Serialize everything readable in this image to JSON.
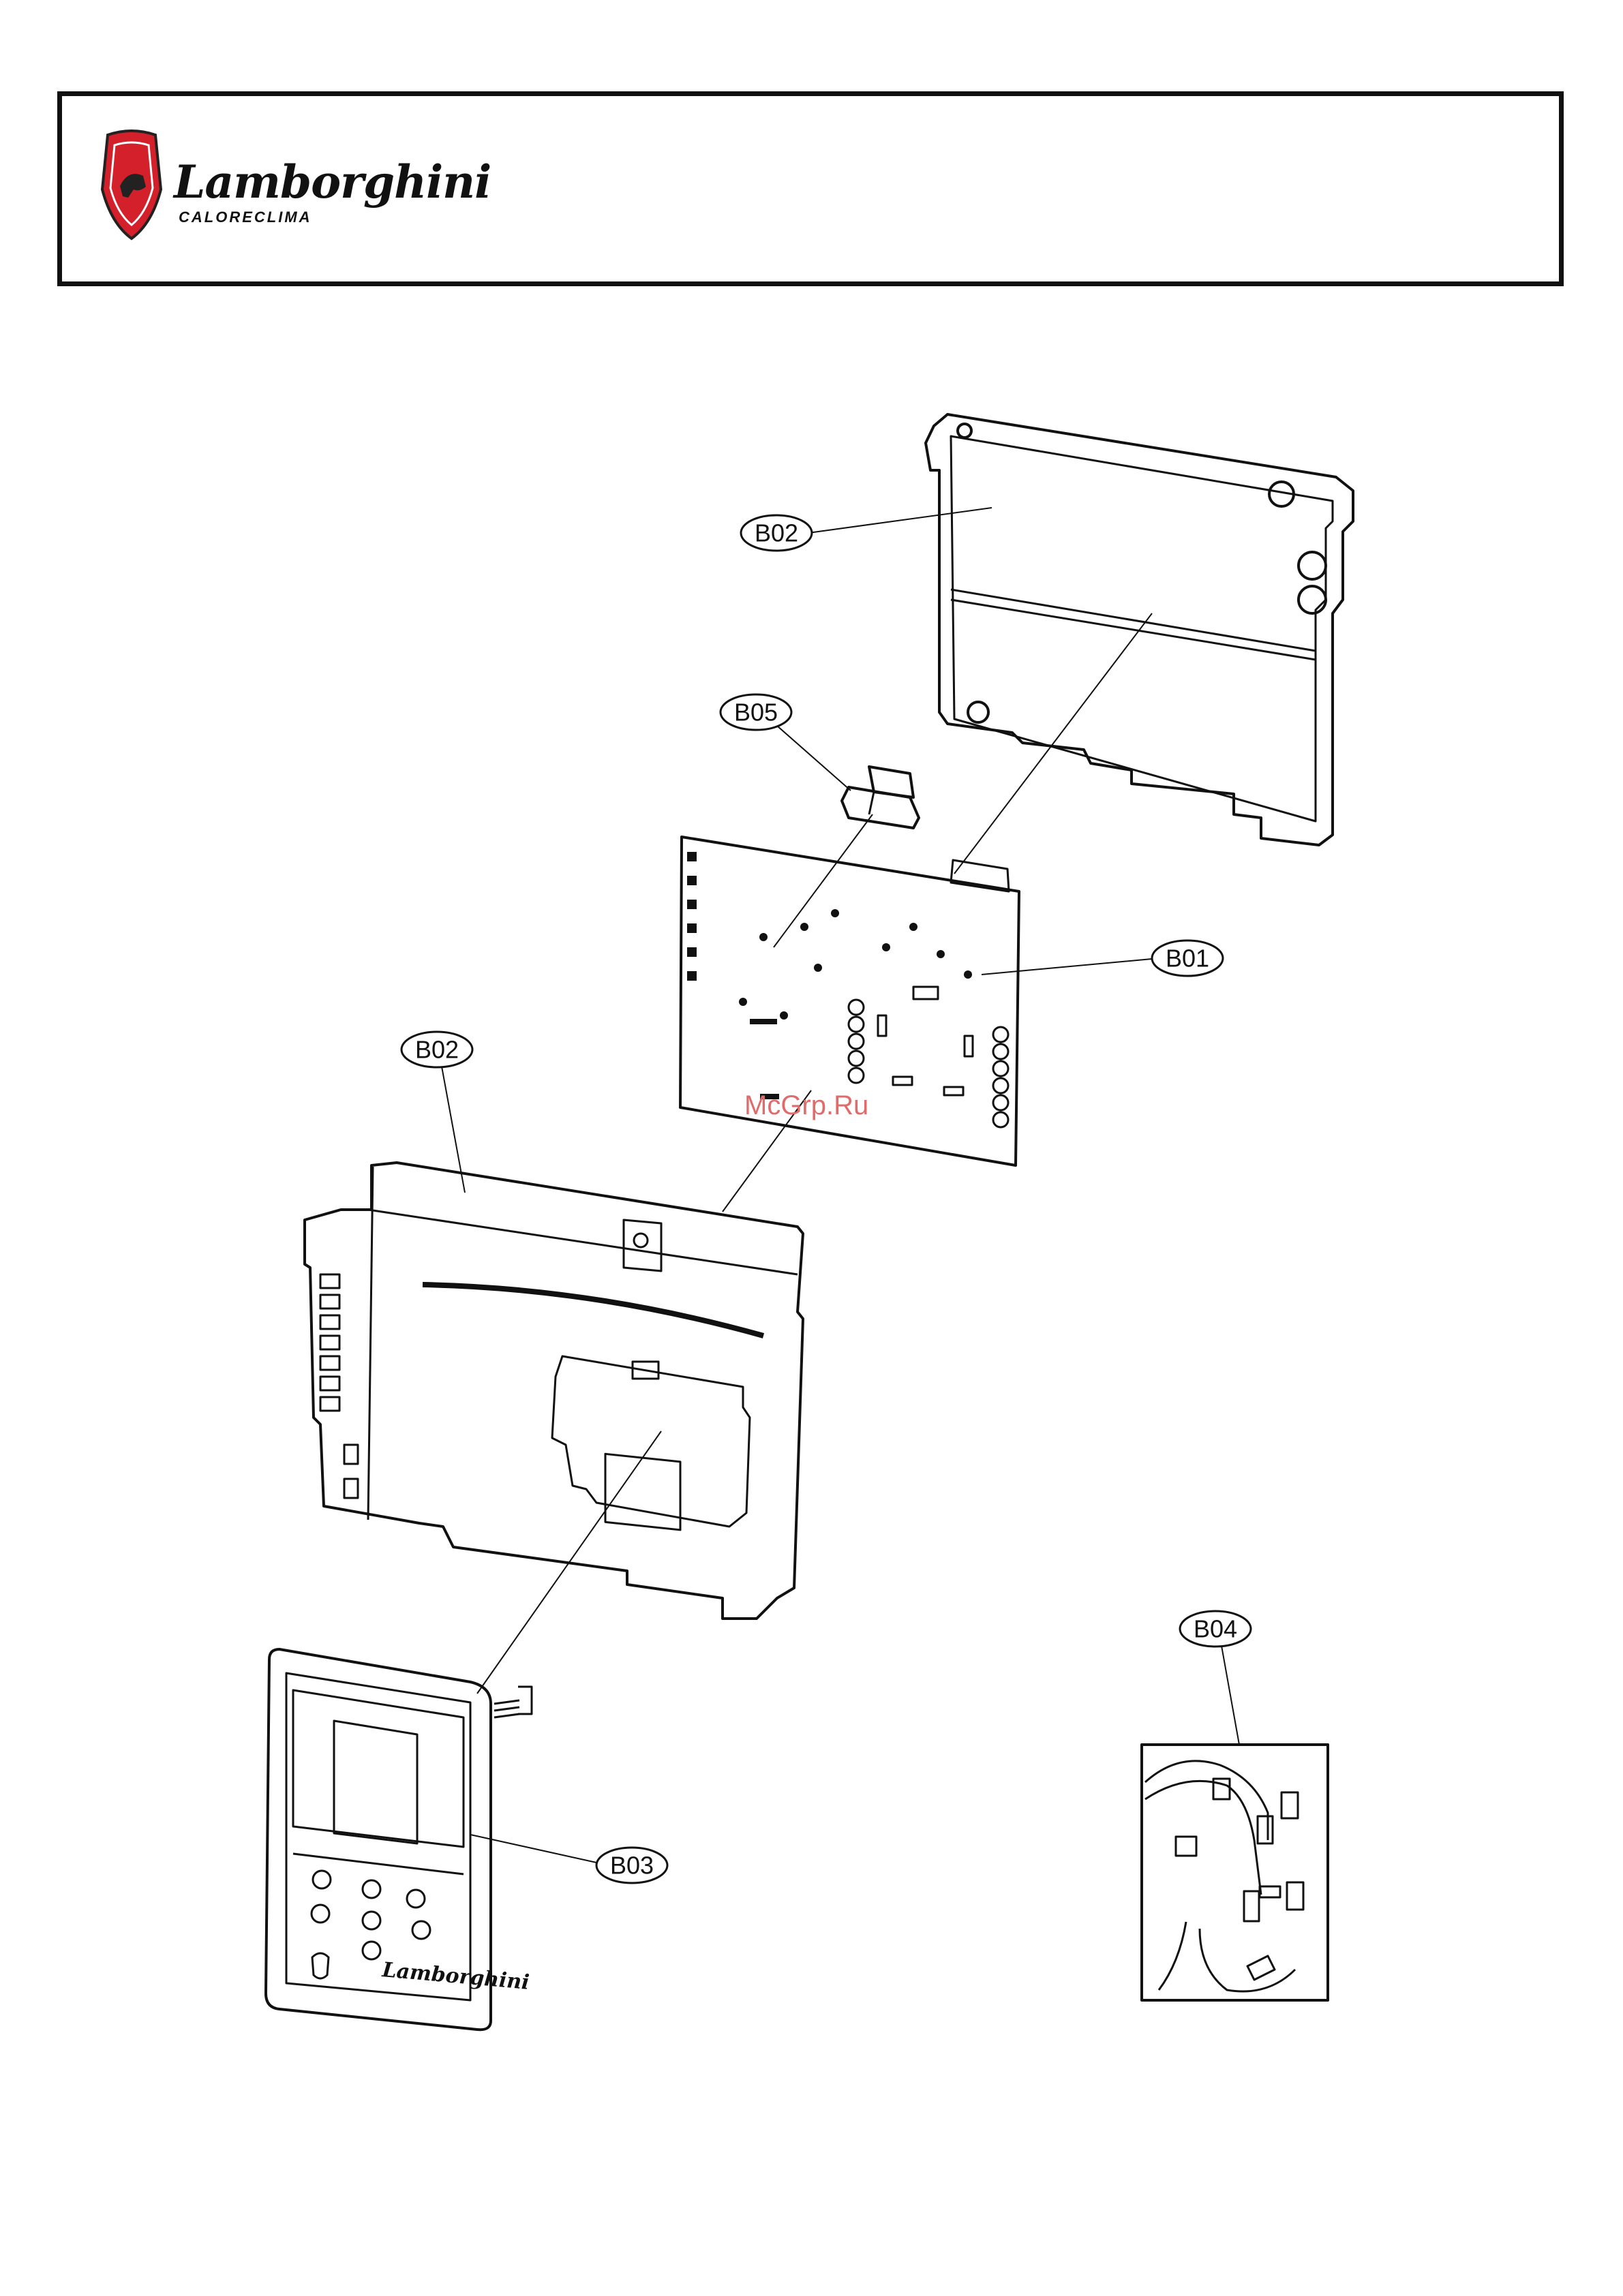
{
  "brand": {
    "name": "Lamborghini",
    "subtitle": "CALORECLIMA"
  },
  "callouts": {
    "b02_top": "B02",
    "b05": "B05",
    "b01": "B01",
    "b02_mid": "B02",
    "b04": "B04",
    "b03": "B03"
  },
  "panel": {
    "brand": "Lamborghini"
  },
  "watermark": "McGrp.Ru",
  "colors": {
    "logo_red": "#d4202a",
    "line": "#111111",
    "watermark": "#e06b6b"
  }
}
